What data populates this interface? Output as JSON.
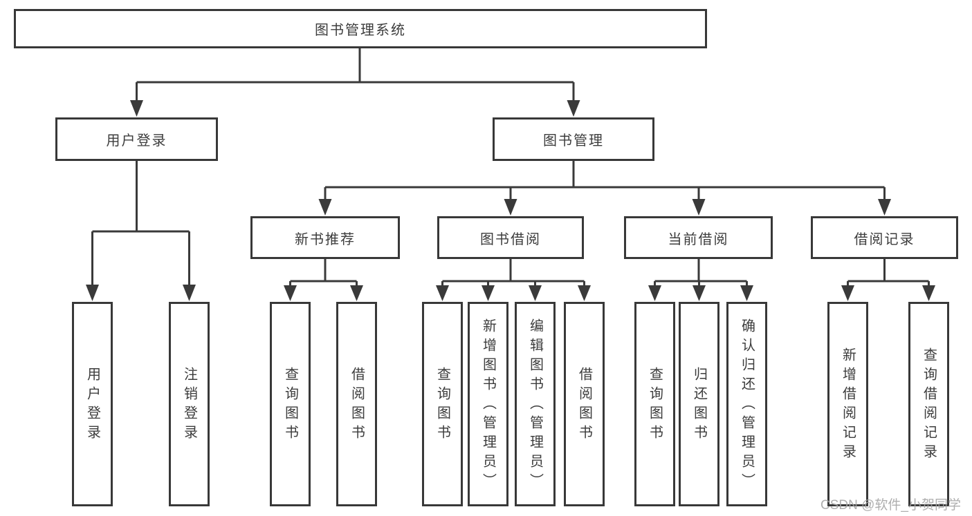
{
  "diagram": {
    "root": {
      "label": "图书管理系统"
    },
    "branches": [
      {
        "label": "用户登录",
        "children": [
          "用户登录",
          "注销登录"
        ]
      },
      {
        "label": "图书管理",
        "groups": [
          {
            "label": "新书推荐",
            "children": [
              "查询图书",
              "借阅图书"
            ]
          },
          {
            "label": "图书借阅",
            "children": [
              "查询图书",
              "新增图书（管理员）",
              "编辑图书（管理员）",
              "借阅图书"
            ]
          },
          {
            "label": "当前借阅",
            "children": [
              "查询图书",
              "归还图书",
              "确认归还（管理员）"
            ]
          },
          {
            "label": "借阅记录",
            "children": [
              "新增借阅记录",
              "查询借阅记录"
            ]
          }
        ]
      }
    ]
  },
  "watermark": "CSDN @软件_小贺同学",
  "colors": {
    "line": "#3a3a3a",
    "border": "#383838",
    "text": "#3c3c3c",
    "watermark": "#a5a5a5",
    "background": "#ffffff"
  }
}
